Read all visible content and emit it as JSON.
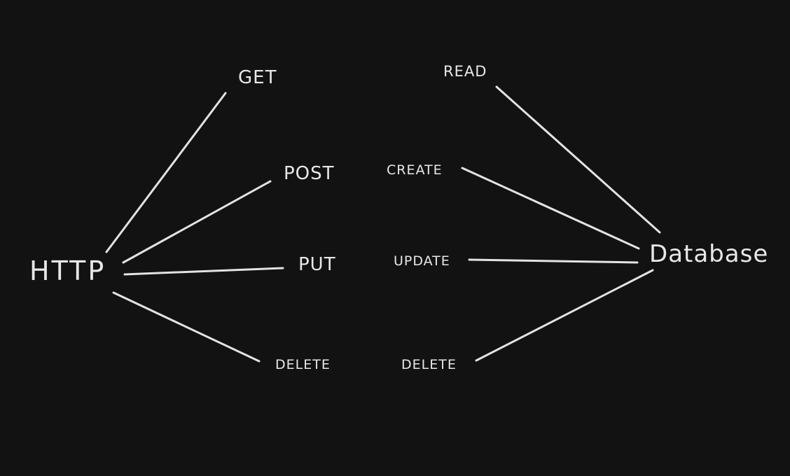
{
  "hubs": {
    "http": "HTTP",
    "database": "Database"
  },
  "http_methods": [
    "GET",
    "POST",
    "PUT",
    "DELETE"
  ],
  "db_operations": [
    "READ",
    "CREATE",
    "UPDATE",
    "DELETE"
  ],
  "colors": {
    "background": "#121212",
    "stroke": "#e3e3e3",
    "text": "#e8e8e8"
  }
}
